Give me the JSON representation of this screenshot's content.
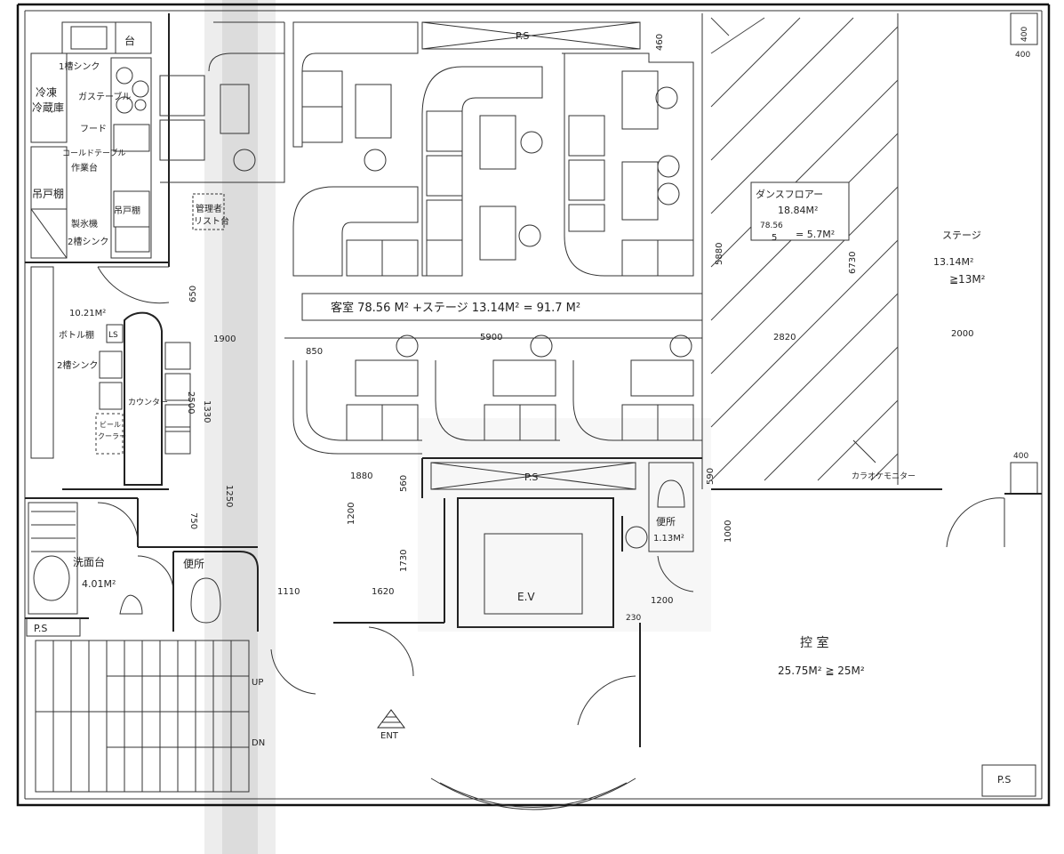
{
  "labels": {
    "ps_top": "P.S",
    "ps_mid": "P.S",
    "ps_left": "P.S",
    "ps_right": "P.S",
    "dim_460": "460",
    "dim_400_a": "400",
    "dim_400_b": "400",
    "dim_400_c": "400",
    "dai": "台",
    "sink1": "1槽シンク",
    "gas": "ガステーブル",
    "freezer1": "冷凍",
    "freezer2": "冷蔵庫",
    "hood": "フード",
    "cold_table": "コールドテーブル",
    "worktable": "作業台",
    "cabinet_left": "吊戸棚",
    "cabinet_right": "吊戸棚",
    "ice": "製氷機",
    "sink2_a": "2槽シンク",
    "area_1021": "10.21M²",
    "bottle": "ボトル棚",
    "ls": "LS",
    "sink2_b": "2槽シンク",
    "counter": "カウンター",
    "beer1": "ビール",
    "beer2": "クーラー",
    "manager1": "管理者",
    "manager2": "リスト台",
    "dim_650": "650",
    "dim_1900": "1900",
    "dim_2500": "2500",
    "dim_1330": "1330",
    "dim_1250": "1250",
    "dim_750": "750",
    "dim_1110": "1110",
    "dim_1620": "1620",
    "dim_1730": "1730",
    "dim_1200_v": "1200",
    "dim_1880": "1880",
    "dim_560": "560",
    "dim_850": "850",
    "dim_5900": "5900",
    "dim_2820": "2820",
    "dim_2000": "2000",
    "dim_5880": "5880",
    "dim_6730": "6730",
    "dim_590": "590",
    "dim_1000": "1000",
    "dim_1200_h": "1200",
    "dim_230": "230",
    "guest_room": "客室 78.56 M² +ステージ 13.14M² = 91.7 M²",
    "dance1": "ダンスフロアー",
    "dance2": "18.84M²",
    "dance3": "78.56",
    "dance4": "5",
    "dance5": "= 5.7M²",
    "stage1": "ステージ",
    "stage2": "13.14M²",
    "stage3": "≧13M²",
    "karaoke": "カラオケモニター",
    "washbasin": "洗面台",
    "area_401": "4.01M²",
    "toilet_left": "便所",
    "toilet_right": "便所",
    "area_113": "1.13M²",
    "ev": "E.V",
    "waiting1": "控  室",
    "waiting2": "25.75M² ≧ 25M²",
    "up": "UP",
    "dn": "DN",
    "ent": "ENT"
  }
}
